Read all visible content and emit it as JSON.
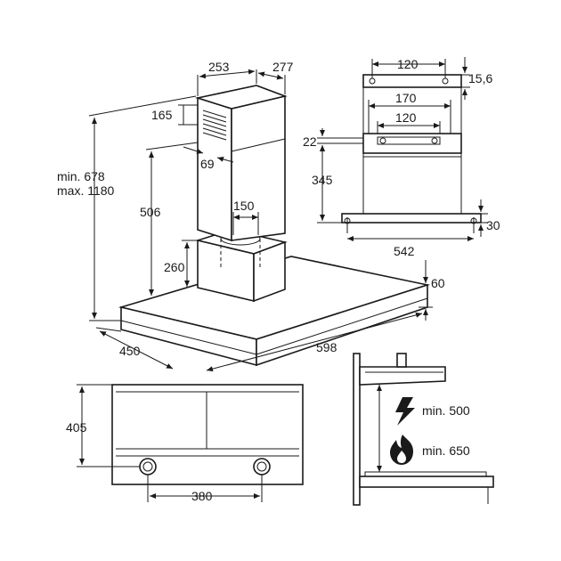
{
  "dimensions": {
    "chimney_width": "253",
    "chimney_depth": "277",
    "chimney_offset": "165",
    "chimney_side": "69",
    "min_max_height": "min. 678\nmax. 1180",
    "height_506": "506",
    "duct_diameter": "150",
    "motor_height": "260",
    "hood_depth_edge": "60",
    "hood_depth": "450",
    "hood_width": "598",
    "bracket_width": "120",
    "bracket_height": "15,6",
    "rail_width": "170",
    "rail_inner": "120",
    "rail_offset": "22",
    "rail_height": "345",
    "bottom_height": "30",
    "hole_spacing": "542",
    "front_height": "405",
    "knob_spacing": "380"
  },
  "clearance": {
    "electric_label": "min. 500",
    "gas_label": "min. 650"
  },
  "icons": [
    "lightning-icon",
    "flame-icon"
  ]
}
